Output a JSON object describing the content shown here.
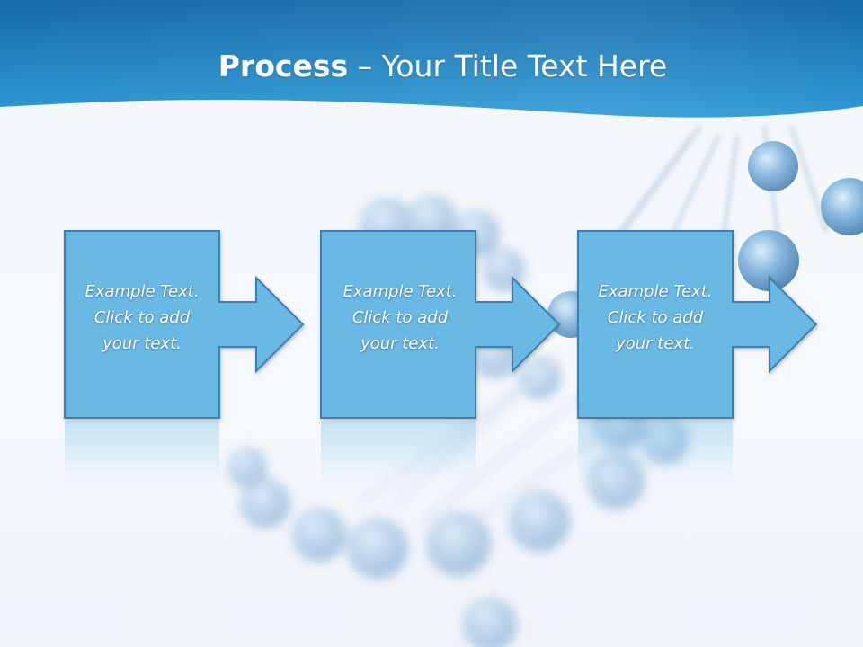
{
  "title": {
    "strong": "Process",
    "rest": " – Your Title Text Here"
  },
  "steps": [
    {
      "line1": "Example Text.",
      "line2": "Click  to add",
      "line3": "your text."
    },
    {
      "line1": "Example Text.",
      "line2": "Click  to add",
      "line3": "your text."
    },
    {
      "line1": "Example Text.",
      "line2": "Click  to add",
      "line3": "your text."
    }
  ],
  "colors": {
    "header_top": "#1a73b5",
    "header_bottom": "#2d9ad6",
    "box_fill": "#6bb8e4",
    "box_stroke": "#3d7fae",
    "background": "#f4f8fb"
  }
}
